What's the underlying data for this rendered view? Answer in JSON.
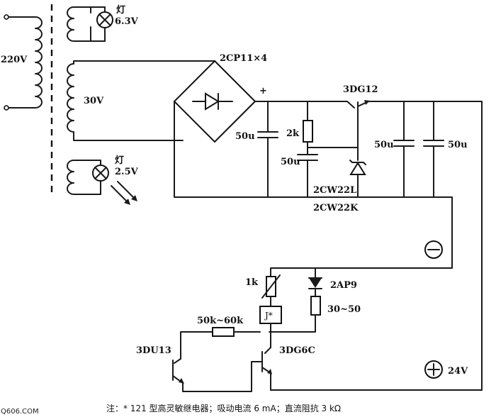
{
  "labels": {
    "mains": "220V",
    "lamp_top_char": "灯",
    "lamp_top_v": "6.3V",
    "secondary": "30V",
    "lamp_bottom_char": "灯",
    "lamp_bottom_v": "2.5V",
    "bridge": "2CP11×4",
    "plus": "+",
    "cap1": "50u",
    "res_2k": "2k",
    "cap2": "50u",
    "transistor_top": "3DG12",
    "cap3": "50u",
    "cap4": "50u",
    "zener1": "2CW22L",
    "zener2": "2CW22K",
    "minus_terminal": "−",
    "pot_1k": "1k",
    "diode_2ap9": "2AP9",
    "relay": "J*",
    "relay_res": "30~50",
    "res_50k": "50k~60k",
    "photo_transistor": "3DU13",
    "transistor_bottom": "3DG6C",
    "plus_terminal": "+",
    "v24": "24V"
  },
  "note": "注：* 121 型高灵敏继电器；吸动电流   6 mA；直流阻抗   3 kΩ",
  "watermark": "Q606.COM"
}
